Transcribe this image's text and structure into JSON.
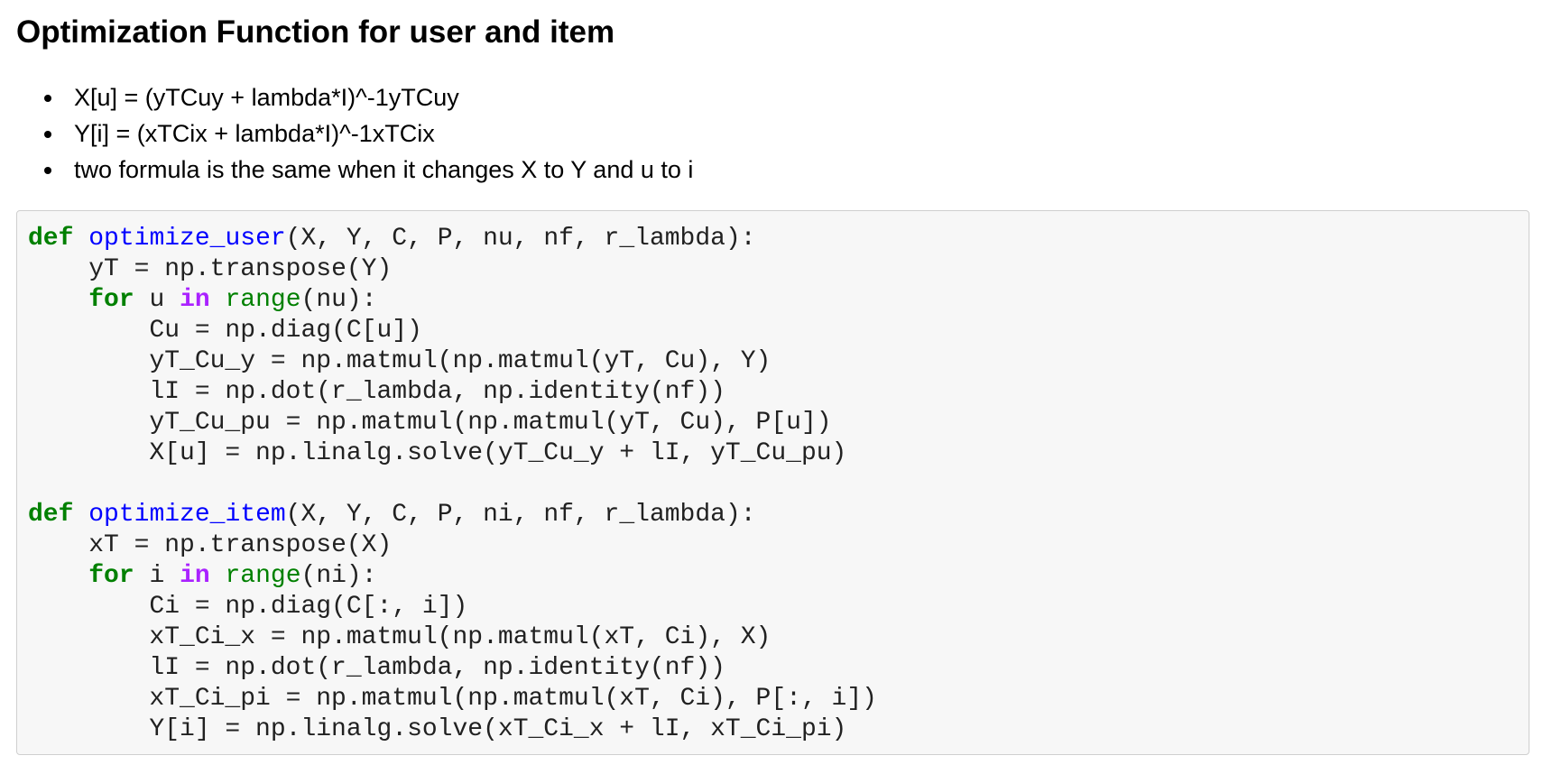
{
  "markdown": {
    "heading": "Optimization Function for user and item",
    "bullets": [
      "X[u] = (yTCuy + lambda*I)^-1yTCuy",
      "Y[i] = (xTCix + lambda*I)^-1xTCix",
      "two formula is the same when it changes X to Y and u to i"
    ]
  },
  "code": {
    "line1_kw": "def",
    "line1_fn": "optimize_user",
    "line1_rest": "(X, Y, C, P, nu, nf, r_lambda):",
    "line2": "yT = np.transpose(Y)",
    "line3_kw": "for",
    "line3_var": "u",
    "line3_in": "in",
    "line3_range": "range",
    "line3_rest": "(nu):",
    "line4": "Cu = np.diag(C[u])",
    "line5": "yT_Cu_y = np.matmul(np.matmul(yT, Cu), Y)",
    "line6": "lI = np.dot(r_lambda, np.identity(nf))",
    "line7": "yT_Cu_pu = np.matmul(np.matmul(yT, Cu), P[u])",
    "line8": "X[u] = np.linalg.solve(yT_Cu_y + lI, yT_Cu_pu)",
    "line10_kw": "def",
    "line10_fn": "optimize_item",
    "line10_rest": "(X, Y, C, P, ni, nf, r_lambda):",
    "line11": "xT = np.transpose(X)",
    "line12_kw": "for",
    "line12_var": "i",
    "line12_in": "in",
    "line12_range": "range",
    "line12_rest": "(ni):",
    "line13": "Ci = np.diag(C[:, i])",
    "line14": "xT_Ci_x = np.matmul(np.matmul(xT, Ci), X)",
    "line15": "lI = np.dot(r_lambda, np.identity(nf))",
    "line16": "xT_Ci_pi = np.matmul(np.matmul(xT, Ci), P[:, i])",
    "line17": "Y[i] = np.linalg.solve(xT_Ci_x + lI, xT_Ci_pi)"
  },
  "colors": {
    "keyword": "#008000",
    "function_name": "#0000ff",
    "operator_word": "#aa22ff",
    "builtin": "#008000",
    "code_background": "#f7f7f7",
    "code_border": "#cfcfcf"
  }
}
